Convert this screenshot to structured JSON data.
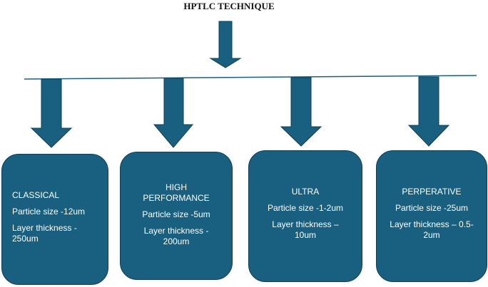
{
  "title": "HPTLC TECHNIQUE",
  "colors": {
    "fill": "#185f80",
    "stroke": "#0f3f58",
    "line": "#1a5f80",
    "text": "#ffffff"
  },
  "boxes": [
    {
      "name": "classical",
      "heading": "CLASSICAL",
      "particle": "Particle size -12um",
      "layer": "Layer thickness - 250um"
    },
    {
      "name": "high-performance",
      "heading": "HIGH PERFORMANCE",
      "particle": "Particle size -5um",
      "layer": "Layer thickness - 200um"
    },
    {
      "name": "ultra",
      "heading": "ULTRA",
      "particle": "Particle size -1-2um",
      "layer": "Layer thickness – 10um"
    },
    {
      "name": "perperative",
      "heading": "PERPERATIVE",
      "particle": "Particle size -25um",
      "layer": "Layer thickness – 0.5-2um"
    }
  ]
}
